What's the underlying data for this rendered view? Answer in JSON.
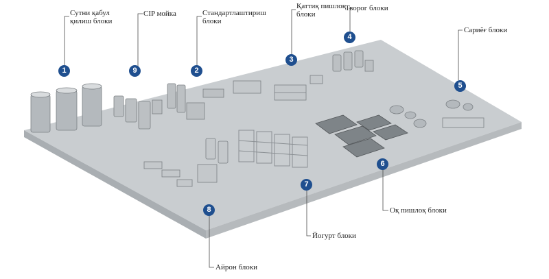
{
  "zones": [
    {
      "number": "1",
      "lines": [
        "Сутни қабул",
        "қилиш блоки"
      ]
    },
    {
      "number": "9",
      "lines": [
        "CIP мойка"
      ]
    },
    {
      "number": "2",
      "lines": [
        "Стандартлаштириш",
        "блоки"
      ]
    },
    {
      "number": "3",
      "lines": [
        "Қаттиқ пишлоқ",
        "блоки"
      ]
    },
    {
      "number": "4",
      "lines": [
        "Творог блоки"
      ]
    },
    {
      "number": "5",
      "lines": [
        "Сариёғ блоки"
      ]
    },
    {
      "number": "6",
      "lines": [
        "Оқ пишлоқ блоки"
      ]
    },
    {
      "number": "7",
      "lines": [
        "Йогурт блоки"
      ]
    },
    {
      "number": "8",
      "lines": [
        "Айрон блоки"
      ]
    }
  ],
  "colors": {
    "marker": "#1f4f8f",
    "floor": "#c9cdd0",
    "floor_edge": "#a9aeb2",
    "leader": "#4a4a4a"
  }
}
